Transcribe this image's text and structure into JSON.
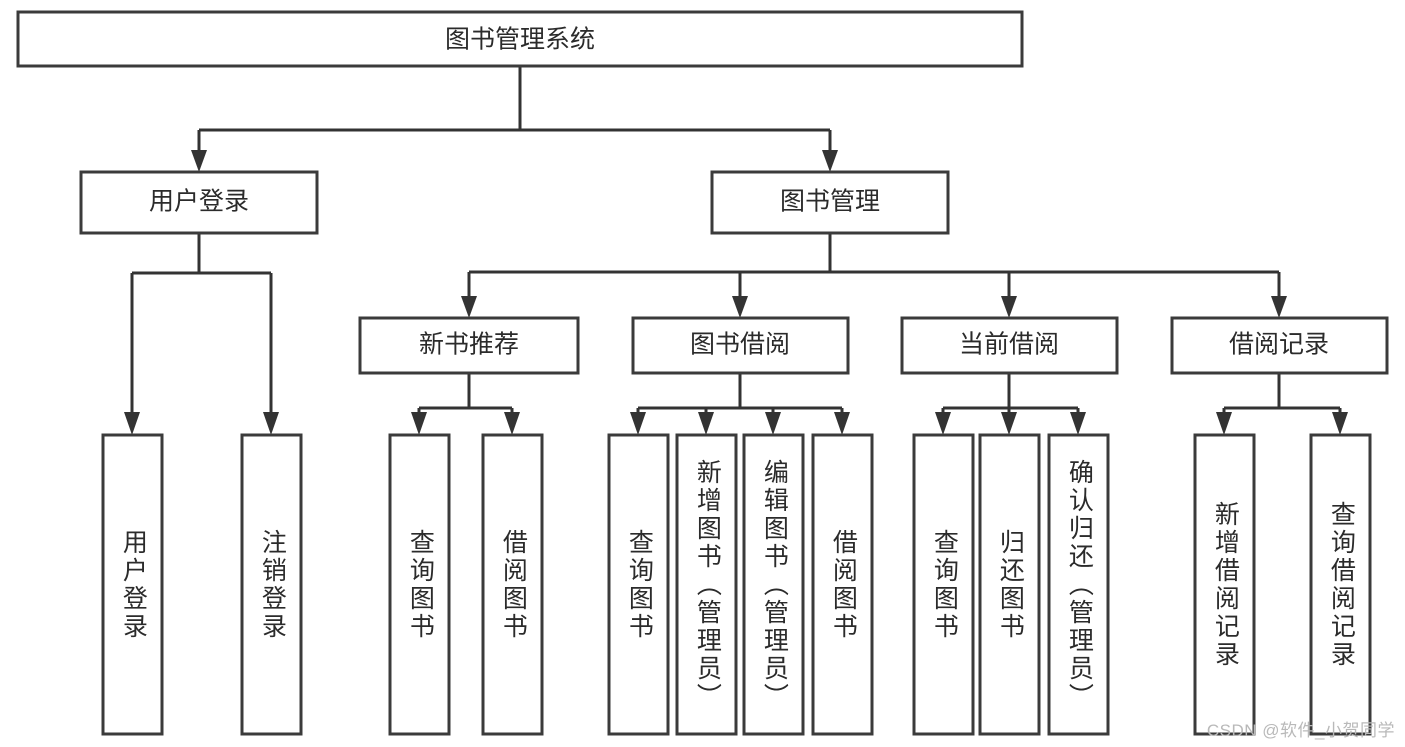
{
  "diagram": {
    "title": "图书管理系统",
    "type": "功能结构图",
    "root": {
      "id": "root",
      "label": "图书管理系统"
    },
    "level2": [
      {
        "id": "user-login",
        "label": "用户登录"
      },
      {
        "id": "book-manage",
        "label": "图书管理"
      }
    ],
    "level3": [
      {
        "id": "new-book-recommend",
        "label": "新书推荐",
        "parent": "book-manage"
      },
      {
        "id": "book-borrow",
        "label": "图书借阅",
        "parent": "book-manage"
      },
      {
        "id": "current-borrow",
        "label": "当前借阅",
        "parent": "book-manage"
      },
      {
        "id": "borrow-record",
        "label": "借阅记录",
        "parent": "book-manage"
      }
    ],
    "leaves": [
      {
        "id": "leaf-user-login",
        "label": "用户登录",
        "parent": "user-login"
      },
      {
        "id": "leaf-user-logout",
        "label": "注销登录",
        "parent": "user-login"
      },
      {
        "id": "leaf-query-book-1",
        "label": "查询图书",
        "parent": "new-book-recommend"
      },
      {
        "id": "leaf-borrow-book-1",
        "label": "借阅图书",
        "parent": "new-book-recommend"
      },
      {
        "id": "leaf-query-book-2",
        "label": "查询图书",
        "parent": "book-borrow"
      },
      {
        "id": "leaf-add-book",
        "label": "新增图书（管理员）",
        "parent": "book-borrow"
      },
      {
        "id": "leaf-edit-book",
        "label": "编辑图书（管理员）",
        "parent": "book-borrow"
      },
      {
        "id": "leaf-borrow-book-2",
        "label": "借阅图书",
        "parent": "book-borrow"
      },
      {
        "id": "leaf-query-book-3",
        "label": "查询图书",
        "parent": "current-borrow"
      },
      {
        "id": "leaf-return-book",
        "label": "归还图书",
        "parent": "current-borrow"
      },
      {
        "id": "leaf-confirm-return",
        "label": "确认归还（管理员）",
        "parent": "current-borrow"
      },
      {
        "id": "leaf-add-record",
        "label": "新增借阅记录",
        "parent": "borrow-record"
      },
      {
        "id": "leaf-query-record",
        "label": "查询借阅记录",
        "parent": "borrow-record"
      }
    ],
    "colors": {
      "box_stroke": "#3b3b3b",
      "line": "#333333",
      "text": "#2b2b2b",
      "background": "#ffffff",
      "watermark": "#b9b9b9"
    }
  },
  "watermark": {
    "text": "CSDN @软件_小贺同学"
  }
}
